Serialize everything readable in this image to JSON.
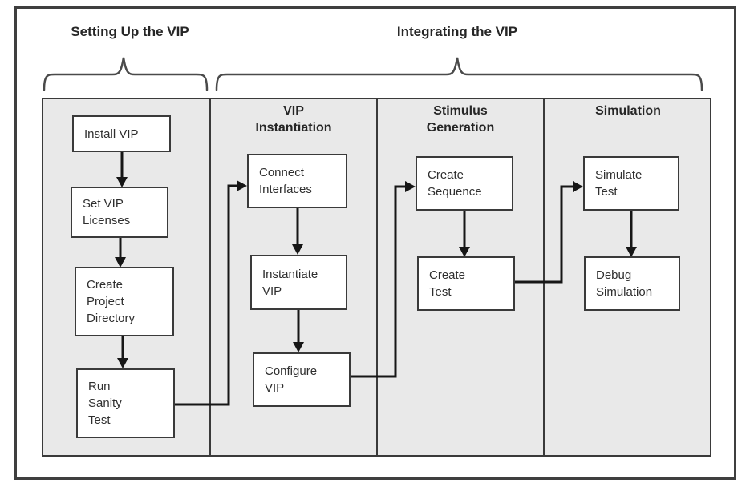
{
  "diagram": {
    "phases": [
      {
        "title": "Setting Up the VIP"
      },
      {
        "title": "Integrating the VIP"
      }
    ],
    "columns": [
      {
        "header": "",
        "nodes": [
          {
            "label": "Install VIP"
          },
          {
            "label": "Set VIP\nLicenses"
          },
          {
            "label": "Create\nProject\nDirectory"
          },
          {
            "label": "Run\nSanity\nTest"
          }
        ]
      },
      {
        "header": "VIP\nInstantiation",
        "nodes": [
          {
            "label": "Connect\nInterfaces"
          },
          {
            "label": "Instantiate\nVIP"
          },
          {
            "label": "Configure\nVIP"
          }
        ]
      },
      {
        "header": "Stimulus\nGeneration",
        "nodes": [
          {
            "label": "Create\nSequence"
          },
          {
            "label": "Create\nTest"
          }
        ]
      },
      {
        "header": "Simulation",
        "nodes": [
          {
            "label": "Simulate\nTest"
          },
          {
            "label": "Debug\nSimulation"
          }
        ]
      }
    ],
    "colors": {
      "frame": "#3f3f3f",
      "panel_bg": "#e9e9e9",
      "panel_border": "#3a3a3a",
      "box_bg": "#ffffff",
      "box_border": "#3a3a3a",
      "connector": "#161616",
      "brace": "#4a4a4a",
      "text": "#2f2f2f"
    }
  }
}
